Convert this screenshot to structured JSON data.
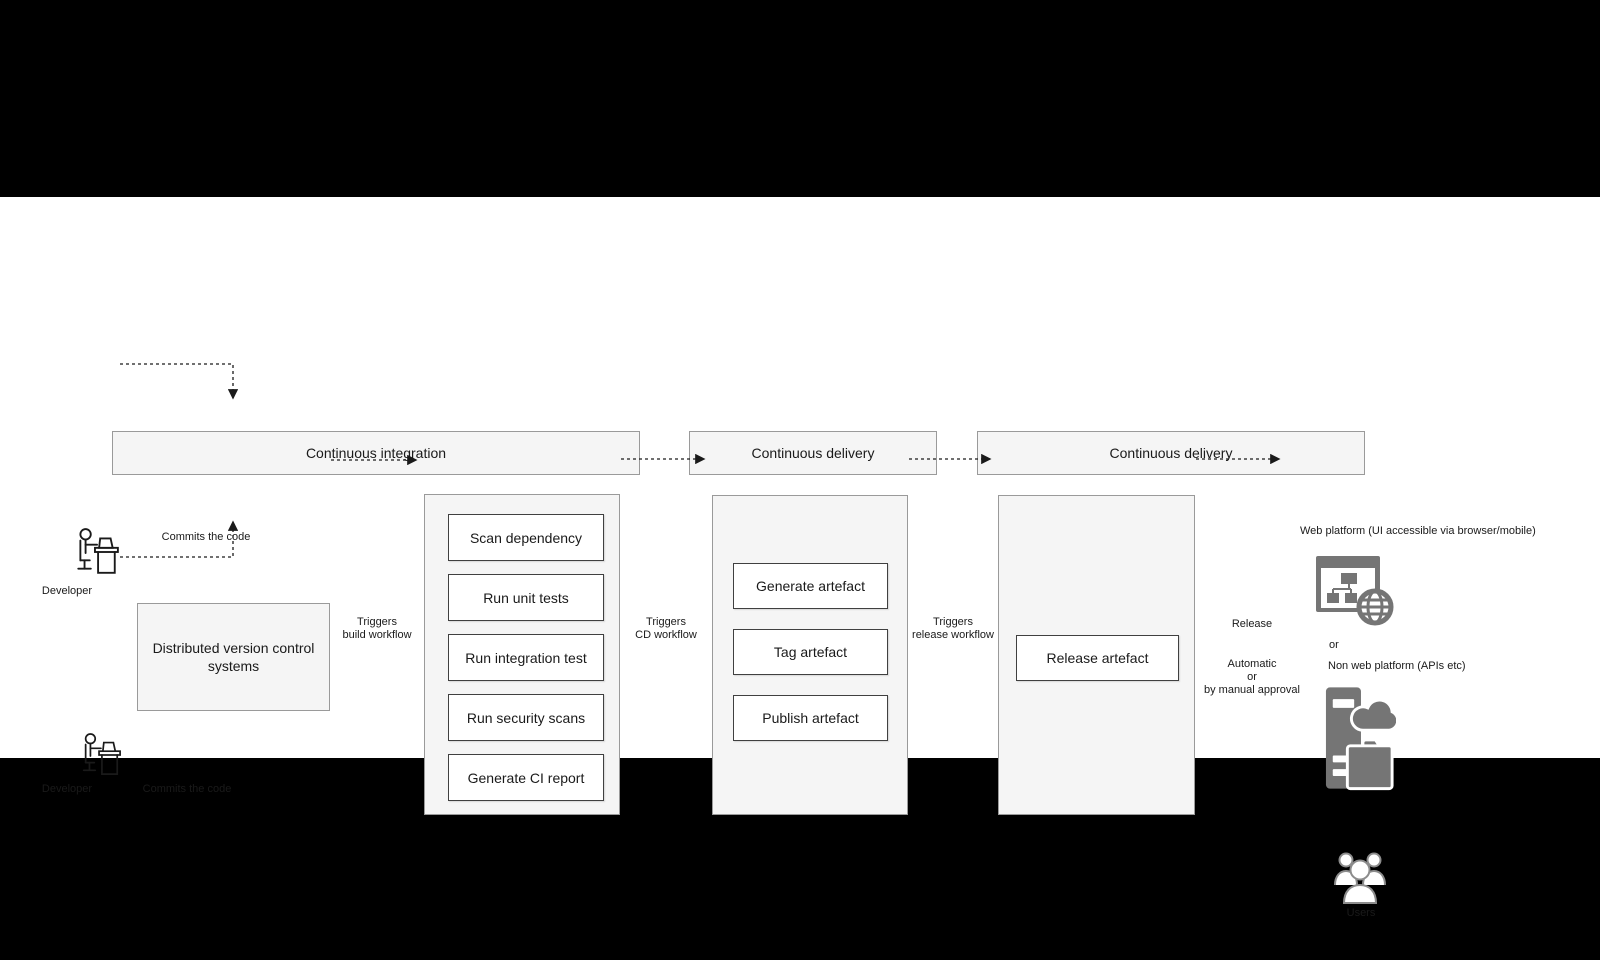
{
  "headers": {
    "ci": "Continuous integration",
    "cd": "Continuous delivery",
    "release": "Continuous delivery"
  },
  "actors": {
    "developer_top": {
      "label": "Developer",
      "action": "Commits the code"
    },
    "developer_bottom": {
      "label": "Developer",
      "action": "Commits the code"
    }
  },
  "source": {
    "label": "Distributed version control systems"
  },
  "pipeline": {
    "ci": {
      "steps": [
        "Scan dependency",
        "Run unit tests",
        "Run integration test",
        "Run security scans",
        "Generate CI report"
      ]
    },
    "cd": {
      "steps": [
        "Generate artefact",
        "Tag artefact",
        "Publish artefact"
      ]
    },
    "release": {
      "steps": [
        "Release artefact"
      ]
    }
  },
  "arrows": {
    "build": {
      "line1": "Triggers",
      "line2": "build workflow"
    },
    "cd": {
      "line1": "Triggers",
      "line2": "CD workflow"
    },
    "release": {
      "line1": "Triggers",
      "line2": "release workflow"
    },
    "deploy": {
      "label": "Release",
      "mode": [
        "Automatic",
        "or",
        "by manual approval"
      ]
    }
  },
  "targets": {
    "web": {
      "label": "Web platform (UI accessible via browser/mobile)"
    },
    "separator": "or",
    "nonweb": {
      "label": "Non web platform (APIs etc)"
    },
    "users": {
      "label": "Users"
    }
  },
  "colors": {
    "panel_fill": "#f5f5f5",
    "panel_border": "#9a9a9a",
    "node_border": "#404040",
    "icon_gray": "#757575",
    "text": "#1a1a1a"
  }
}
